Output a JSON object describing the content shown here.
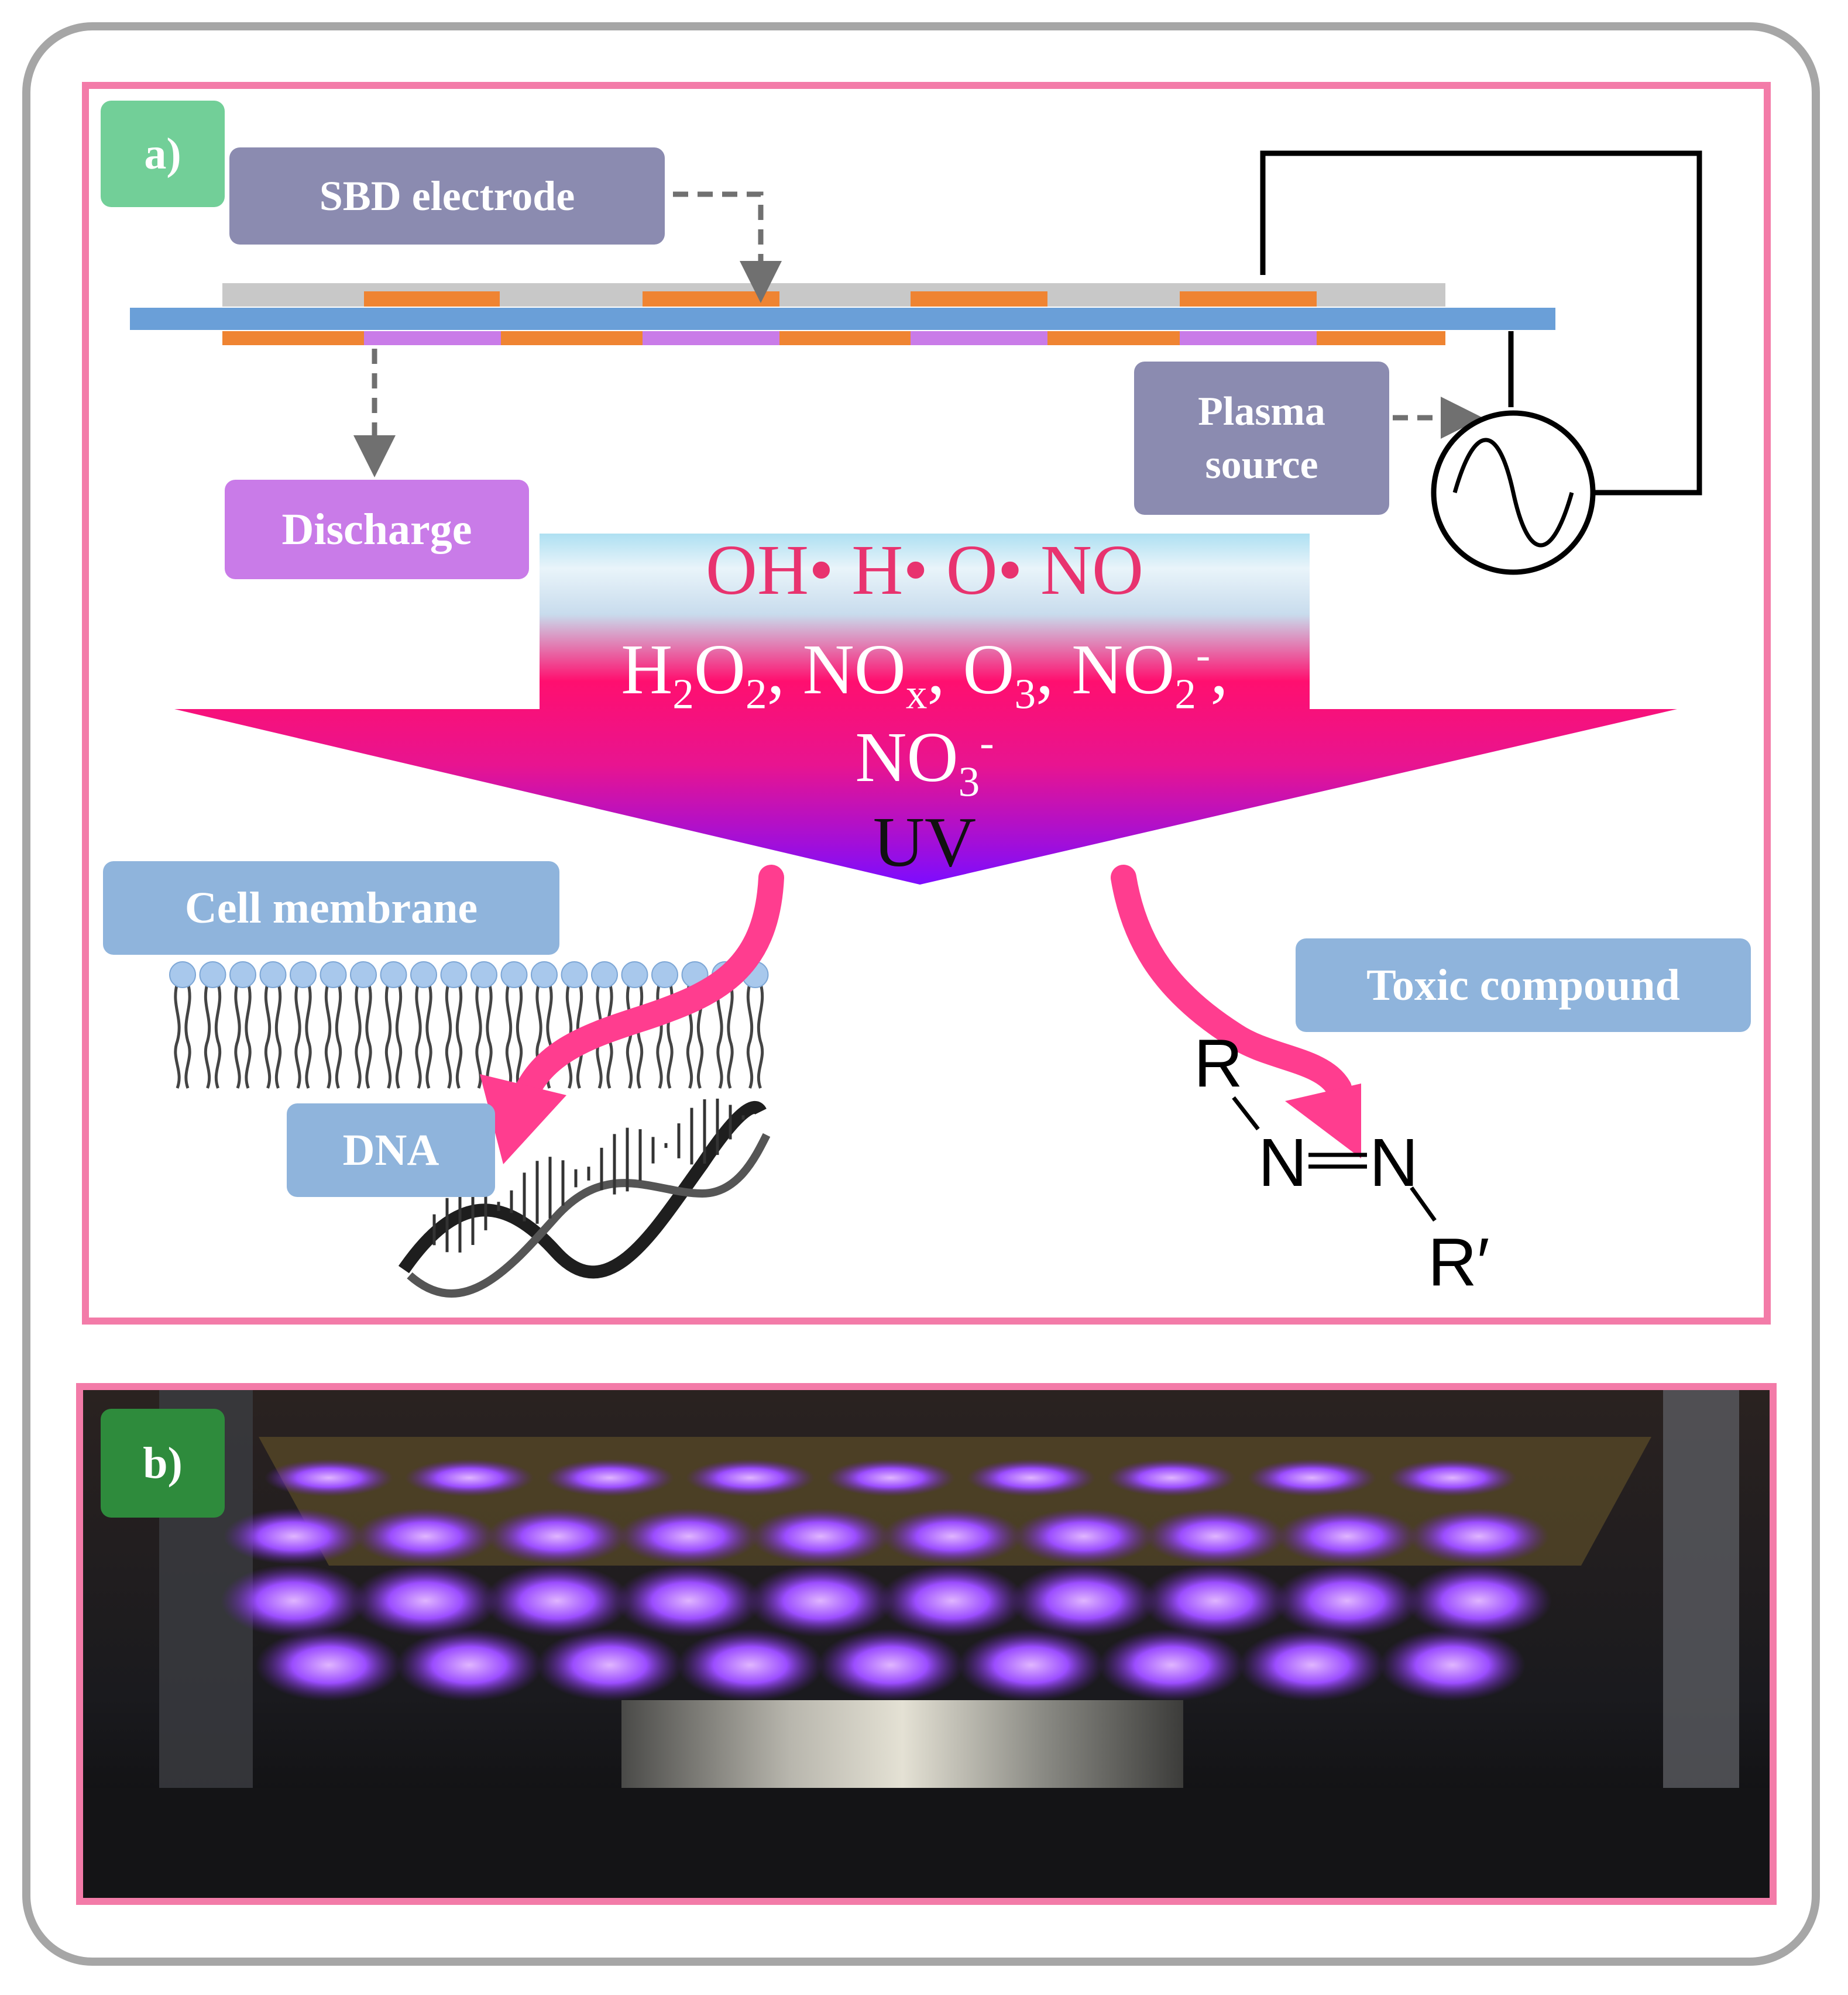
{
  "panels": {
    "a": {
      "letter": "a)"
    },
    "b": {
      "letter": "b)"
    }
  },
  "labels": {
    "sbd_electrode": "SBD electrode",
    "discharge": "Discharge",
    "plasma_source_line1": "Plasma",
    "plasma_source_line2": "source",
    "cell_membrane": "Cell membrane",
    "toxic_compound": "Toxic compound",
    "dna": "DNA"
  },
  "species": {
    "line1": "OH• H• O•  NO",
    "line2_parts": [
      "H",
      "2",
      "O",
      "2",
      ", NO",
      "x",
      ", O",
      "3",
      ", NO",
      "2",
      "-",
      ","
    ],
    "line3_parts": [
      "NO",
      "3",
      "-"
    ],
    "line4": "UV"
  },
  "azo_compound": {
    "r": "R",
    "n_left": "N",
    "n_right": "N",
    "r_prime": "R′"
  },
  "colors": {
    "frame_gray": "#a6a6a6",
    "panel_border_pink": "#f37ba8",
    "electrode_orange": "#ef8432",
    "discharge_purple": "#c97be8",
    "dielectric_blue": "#6a9fd8",
    "arrow_pink": "#ff3d8f",
    "label_blue": "#8fb4dc",
    "label_slate": "#8b8bb0",
    "plasma_violet": "#8b3cff"
  }
}
